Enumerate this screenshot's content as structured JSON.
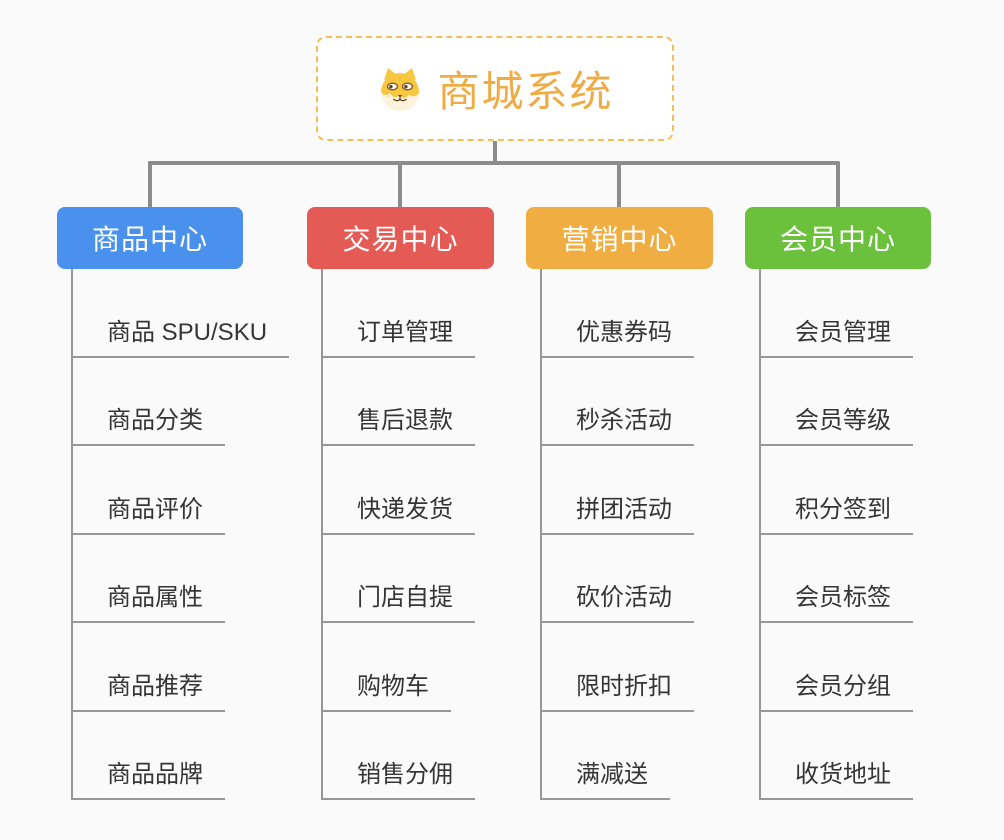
{
  "root": {
    "title": "商城系统",
    "icon": "dog-face-icon",
    "title_color": "#F0AC44",
    "border_color": "#F5BE57",
    "background": "#FFFFFF"
  },
  "connector_color": "#8C8C8C",
  "child_line_color": "#979797",
  "page_background": "#FAFAFA",
  "branches": [
    {
      "label": "商品中心",
      "color": "#4A91EE",
      "children": [
        "商品 SPU/SKU",
        "商品分类",
        "商品评价",
        "商品属性",
        "商品推荐",
        "商品品牌"
      ]
    },
    {
      "label": "交易中心",
      "color": "#E45A55",
      "children": [
        "订单管理",
        "售后退款",
        "快递发货",
        "门店自提",
        "购物车",
        "销售分佣"
      ]
    },
    {
      "label": "营销中心",
      "color": "#EFAD42",
      "children": [
        "优惠券码",
        "秒杀活动",
        "拼团活动",
        "砍价活动",
        "限时折扣",
        "满减送"
      ]
    },
    {
      "label": "会员中心",
      "color": "#6CC13C",
      "children": [
        "会员管理",
        "会员等级",
        "积分签到",
        "会员标签",
        "会员分组",
        "收货地址"
      ]
    }
  ]
}
